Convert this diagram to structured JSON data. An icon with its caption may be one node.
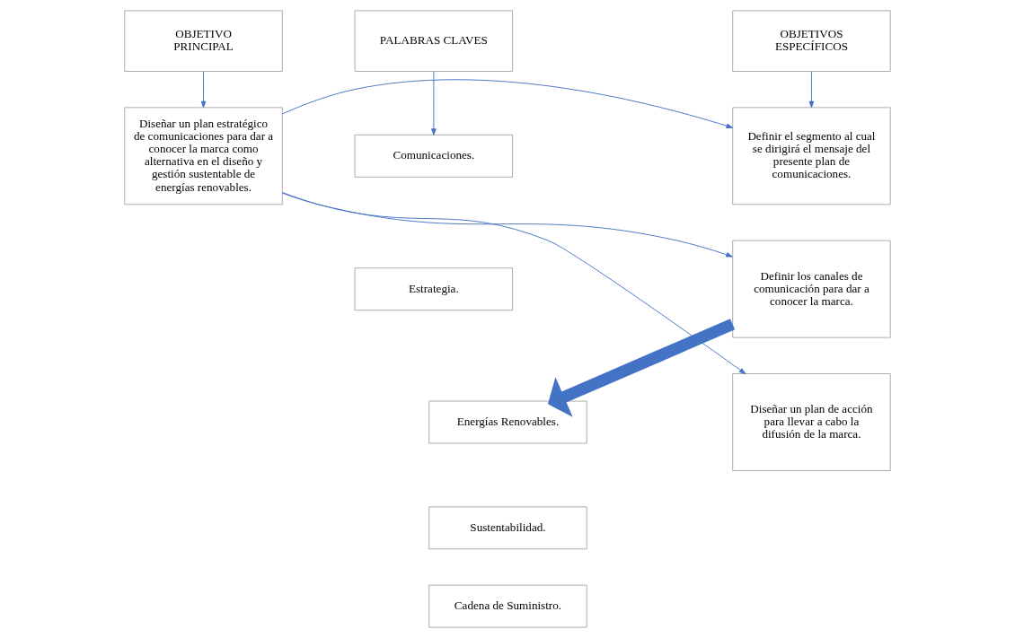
{
  "diagram": {
    "nodes": [
      {
        "text": [
          "OBJETIVO PRINCIPAL"
        ]
      },
      {
        "text": [
          "OBJETIVOS ESPECÍFICOS"
        ]
      },
      {
        "text": [
          "PALABRAS CLAVES"
        ]
      },
      {
        "text": [
          "Diseñar un plan estratégico de comunicaciones para dar a conocer la marca como alternativa en el diseño y gestión sustentable de energías renovables."
        ]
      },
      {
        "text": [
          "Definir el segmento al cual se dirigirá el mensaje del presente plan de comunicaciones."
        ]
      },
      {
        "text": [
          "Definir los canales de comunicación para dar a conocer la marca."
        ]
      },
      {
        "text": [
          "Diseñar un plan de acción para llevar a cabo la difusión de la marca."
        ]
      },
      {
        "text": [
          "Comunicaciones."
        ]
      },
      {
        "text": [
          "Estrategia."
        ]
      },
      {
        "text": [
          "Energías Renovables."
        ]
      },
      {
        "text": [
          "Sustentabilidad."
        ]
      },
      {
        "text": [
          "Cadena de Suministro."
        ]
      }
    ],
    "edges": [
      {
        "from": 0,
        "to": 3,
        "arrow": "to"
      },
      {
        "from": 1,
        "to": 4,
        "arrow": "to"
      },
      {
        "from": 2,
        "to": 7,
        "arrow": "to"
      },
      {
        "from": 3,
        "to": 4,
        "arrow": "to"
      },
      {
        "from": 3,
        "to": 5,
        "arrow": "to"
      },
      {
        "from": 3,
        "to": 6,
        "arrow": "to"
      },
      {
        "from": 5,
        "to": 9,
        "arrow": "to",
        "style": "thick"
      }
    ]
  }
}
